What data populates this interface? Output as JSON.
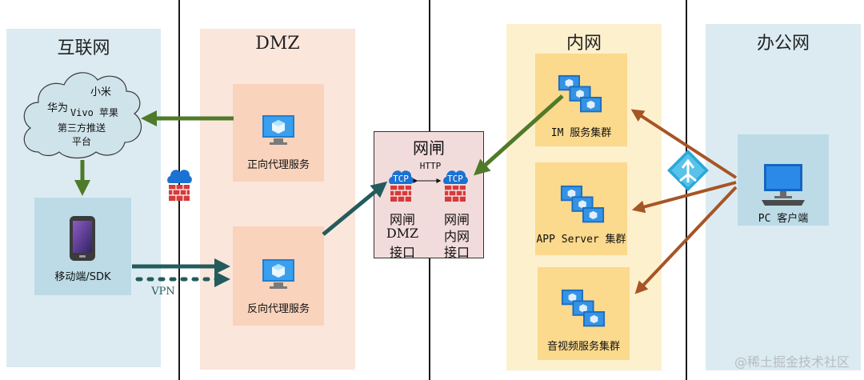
{
  "zones": {
    "internet": "互联网",
    "dmz": "DMZ",
    "intranet": "内网",
    "office": "办公网"
  },
  "cloud": {
    "line1": "小米",
    "line2a": "华为",
    "line2b": "Vivo 苹果",
    "line3": "第三方推送",
    "line4": "平台"
  },
  "mobile_label": "移动端/SDK",
  "vpn_label": "VPN",
  "forward_proxy": "正向代理服务",
  "reverse_proxy": "反向代理服务",
  "gateway": {
    "title": "网闸",
    "http": "HTTP",
    "tcp": "TCP",
    "dmz_iface_1": "网闸",
    "dmz_iface_2": "DMZ",
    "dmz_iface_3": "接口",
    "in_iface_1": "网闸",
    "in_iface_2": "内网",
    "in_iface_3": "接口"
  },
  "im_cluster": "IM 服务集群",
  "app_cluster": "APP Server 集群",
  "av_cluster": "音视频服务集群",
  "pc_client": "PC 客户端",
  "watermark": "@稀土掘金技术社区",
  "colors": {
    "internet_bg": "#dcebf2",
    "dmz_bg": "#fbe6dc",
    "intranet_bg": "#fdf0cd",
    "office_bg": "#dcebf2",
    "arrow_green": "#4f7a2a",
    "arrow_teal": "#245b5d",
    "arrow_brown": "#a65526"
  }
}
